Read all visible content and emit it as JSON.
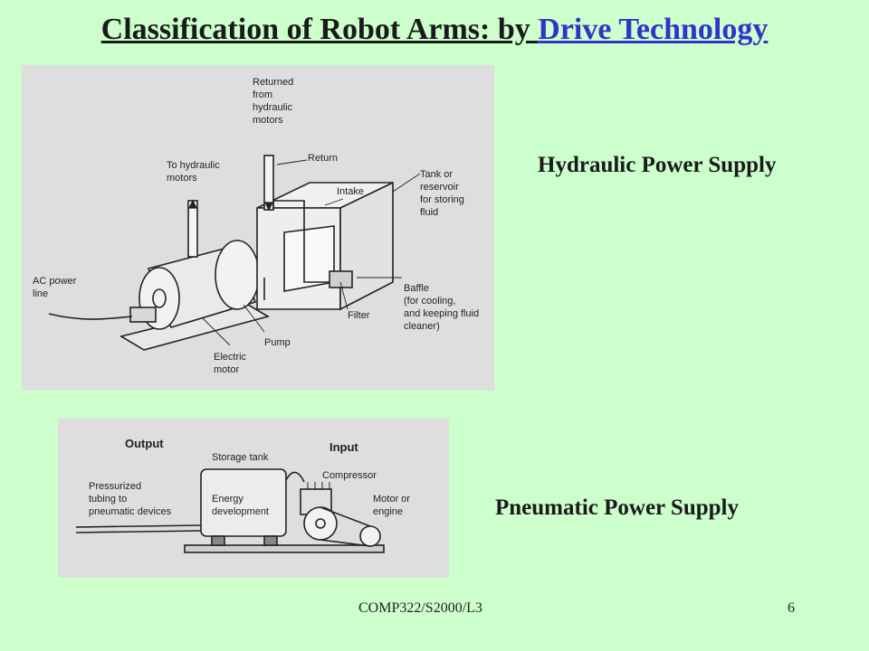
{
  "slide": {
    "title_part1": "Classification of Robot Arms: by ",
    "title_part2": "Drive Technology",
    "footer_left": "COMP322/S2000/L3",
    "footer_right": "6"
  },
  "hydraulic": {
    "caption": "Hydraulic Power Supply",
    "labels": {
      "returned_1": "Returned",
      "returned_2": "from",
      "returned_3": "hydraulic",
      "returned_4": "motors",
      "return": "Return",
      "to_motors_1": "To hydraulic",
      "to_motors_2": "motors",
      "intake": "Intake",
      "tank_1": "Tank or",
      "tank_2": "reservoir",
      "tank_3": "for storing",
      "tank_4": "fluid",
      "ac_1": "AC power",
      "ac_2": "line",
      "baffle_1": "Baffle",
      "baffle_2": "(for cooling,",
      "baffle_3": "and keeping fluid",
      "baffle_4": "cleaner)",
      "filter": "Filter",
      "pump": "Pump",
      "motor_1": "Electric",
      "motor_2": "motor"
    }
  },
  "pneumatic": {
    "caption": "Pneumatic Power Supply",
    "labels": {
      "output": "Output",
      "input": "Input",
      "storage_tank": "Storage tank",
      "compressor": "Compressor",
      "press_1": "Pressurized",
      "press_2": "tubing to",
      "press_3": "pneumatic devices",
      "energy_1": "Energy",
      "energy_2": "development",
      "motor_1": "Motor or",
      "motor_2": "engine"
    }
  }
}
